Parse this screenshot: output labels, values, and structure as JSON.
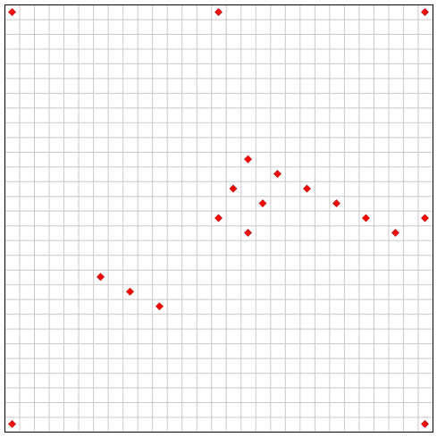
{
  "grid": {
    "columns": 29,
    "rows": 29,
    "line_color": "#c8c8c8",
    "border_color": "#000000",
    "background": "#ffffff"
  },
  "markers": {
    "color": "#ff0000",
    "outline": "#b00000",
    "shape": "diamond",
    "points": [
      {
        "col": 0,
        "row": 0
      },
      {
        "col": 14,
        "row": 0
      },
      {
        "col": 28,
        "row": 0
      },
      {
        "col": 16,
        "row": 10
      },
      {
        "col": 18,
        "row": 11
      },
      {
        "col": 15,
        "row": 12
      },
      {
        "col": 20,
        "row": 12
      },
      {
        "col": 17,
        "row": 13
      },
      {
        "col": 22,
        "row": 13
      },
      {
        "col": 14,
        "row": 14
      },
      {
        "col": 24,
        "row": 14
      },
      {
        "col": 28,
        "row": 14
      },
      {
        "col": 16,
        "row": 15
      },
      {
        "col": 26,
        "row": 15
      },
      {
        "col": 6,
        "row": 18
      },
      {
        "col": 8,
        "row": 19
      },
      {
        "col": 10,
        "row": 20
      },
      {
        "col": 0,
        "row": 28
      },
      {
        "col": 28,
        "row": 28
      }
    ]
  }
}
